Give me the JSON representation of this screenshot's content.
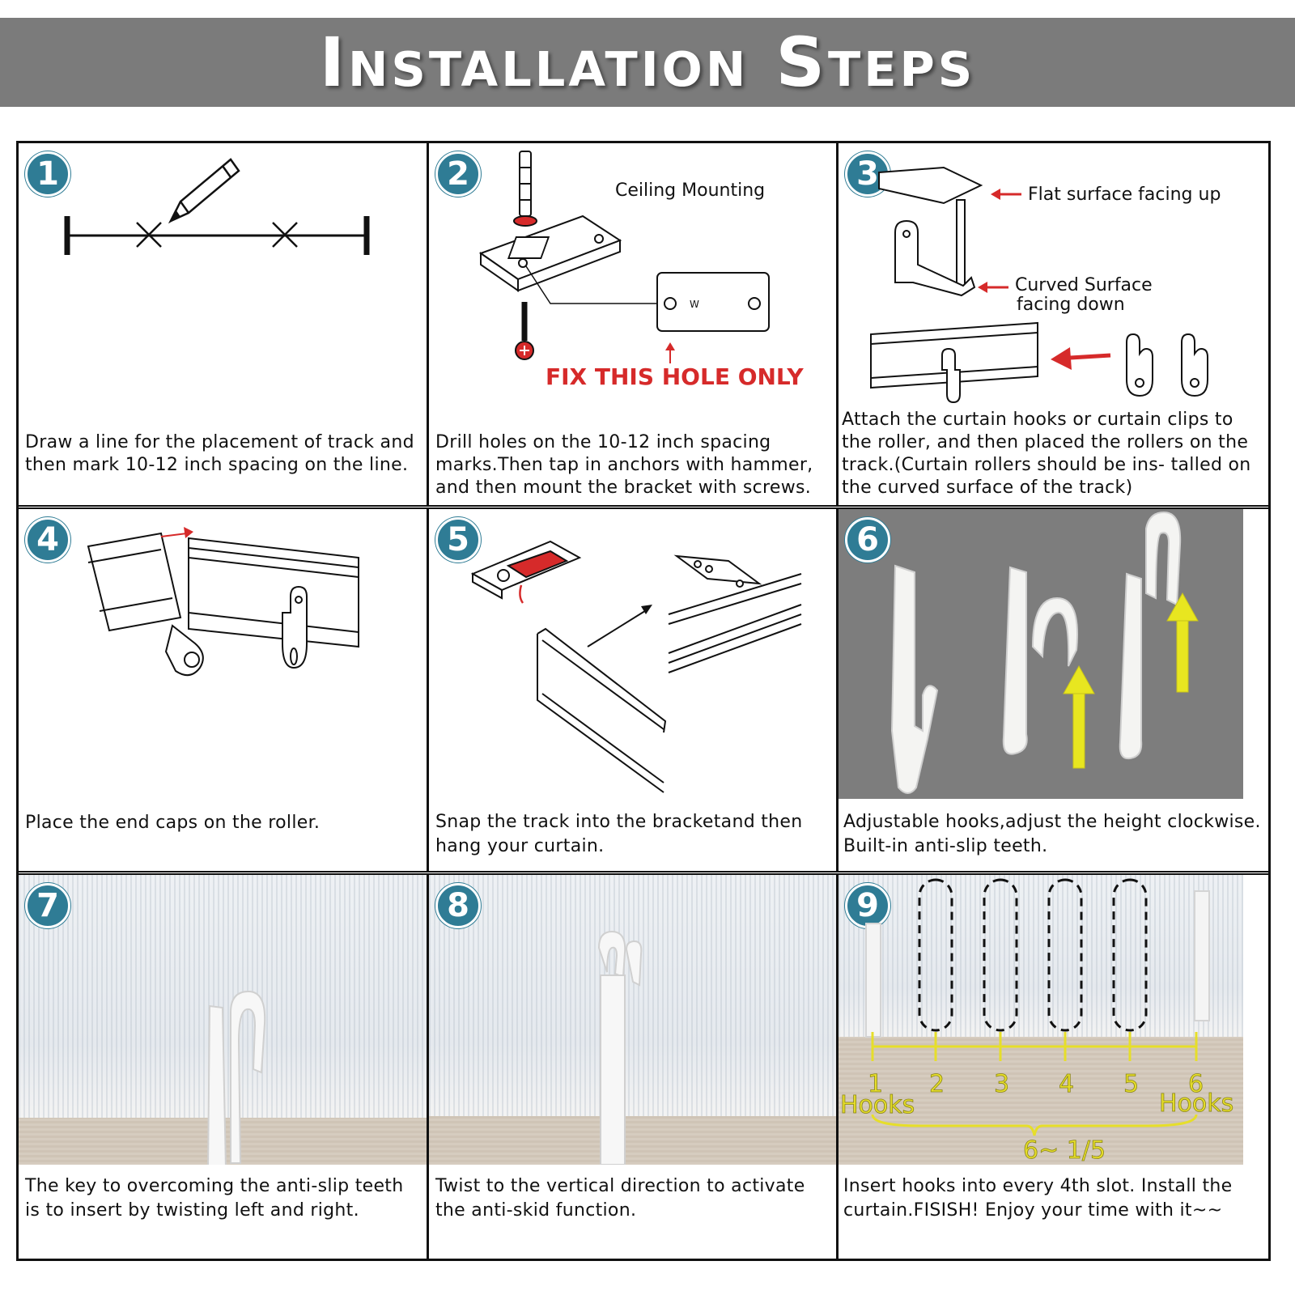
{
  "title": "Installation Steps",
  "colors": {
    "title_bar": "#7b7b7b",
    "badge": "#2f7c95",
    "warning_red": "#d62a2a",
    "highlight_yellow": "#e8e620"
  },
  "steps": [
    {
      "number": "1",
      "caption": "Draw a line for the placement of track and then mark 10-12 inch spacing on the line."
    },
    {
      "number": "2",
      "caption": "Drill holes on the 10-12 inch spacing marks.Then tap in anchors with hammer, and then mount the bracket with screws.",
      "labels": {
        "ceiling": "Ceiling Mounting",
        "fix_hole": "FIX THIS HOLE ONLY"
      }
    },
    {
      "number": "3",
      "caption": "Attach the curtain hooks or curtain clips to the roller, and then placed the rollers on the track.(Curtain rollers should be ins- talled on the curved surface of the track)",
      "labels": {
        "flat": "Flat surface facing up",
        "curved_1": "Curved Surface",
        "curved_2": "facing down"
      }
    },
    {
      "number": "4",
      "caption": "Place the end caps on the roller."
    },
    {
      "number": "5",
      "caption": "Snap the track into the bracketand then hang your curtain."
    },
    {
      "number": "6",
      "caption": "Adjustable hooks,adjust the height clockwise. Built-in anti-slip teeth."
    },
    {
      "number": "7",
      "caption": "The key to overcoming the anti-slip teeth is to insert by twisting left and right."
    },
    {
      "number": "8",
      "caption": "Twist to the vertical direction to activate the anti-skid function."
    },
    {
      "number": "9",
      "caption": "Insert hooks into every 4th slot. Install the curtain.FISISH! Enjoy your time with it~~",
      "labels": {
        "n1": "1",
        "n2": "2",
        "n3": "3",
        "n4": "4",
        "n5": "5",
        "n6": "6",
        "hooks_left": "Hooks",
        "hooks_right": "Hooks",
        "range": "6~  1/5"
      }
    }
  ]
}
